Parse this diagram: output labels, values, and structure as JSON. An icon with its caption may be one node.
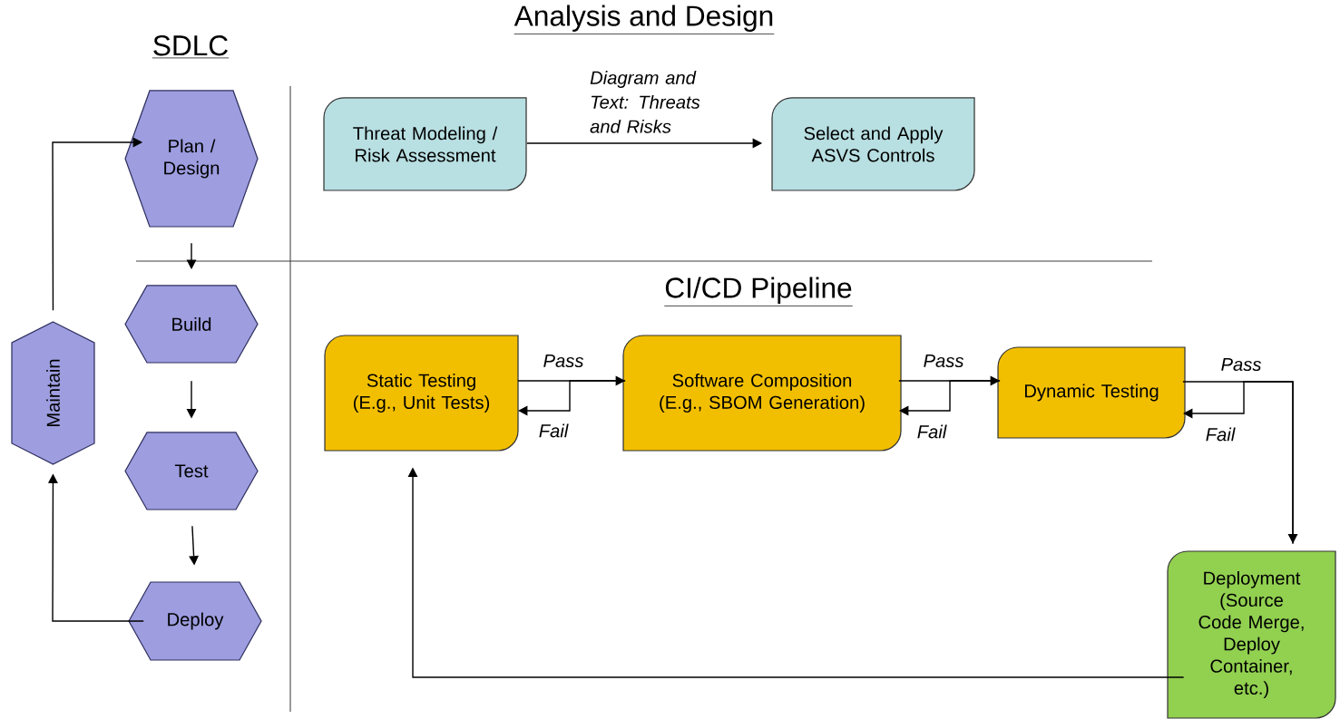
{
  "diagram": {
    "nodes": [
      {
        "text": [
          "Plan / Design"
        ]
      },
      {
        "text": [
          "Build"
        ]
      },
      {
        "text": [
          "Test"
        ]
      },
      {
        "text": [
          "Deploy"
        ]
      },
      {
        "text": [
          "Maintain"
        ]
      },
      {
        "text": [
          "Threat Modeling / Risk Assessment"
        ]
      },
      {
        "text": [
          "Select and Apply ASVS Controls"
        ]
      },
      {
        "text": [
          "Static Testing (E.g., Unit Tests)"
        ]
      },
      {
        "text": [
          "Software Composition (E.g., SBOM Generation)"
        ]
      },
      {
        "text": [
          "Dynamic Testing"
        ]
      },
      {
        "text": [
          "Deployment (Source Code Merge, Deploy Container, etc.)"
        ]
      }
    ],
    "edges": [
      {
        "from": 0,
        "to": 1,
        "arrow": "to"
      },
      {
        "from": 1,
        "to": 2,
        "arrow": "to"
      },
      {
        "from": 2,
        "to": 3,
        "arrow": "to"
      },
      {
        "from": 3,
        "to": 4,
        "arrow": "to"
      },
      {
        "from": 4,
        "to": 0,
        "arrow": "to"
      },
      {
        "from": 5,
        "to": 6,
        "arrow": "to",
        "label": "Diagram and Text: Threats and Risks"
      },
      {
        "from": 7,
        "to": 8,
        "arrow": "to",
        "label": "Pass"
      },
      {
        "from": 8,
        "to": 7,
        "arrow": "to",
        "label": "Fail"
      },
      {
        "from": 8,
        "to": 9,
        "arrow": "to",
        "label": "Pass"
      },
      {
        "from": 9,
        "to": 8,
        "arrow": "to",
        "label": "Fail"
      },
      {
        "from": 9,
        "to": 10,
        "arrow": "to",
        "label": "Pass"
      },
      {
        "from": 10,
        "to": 9,
        "arrow": "to",
        "label": "Fail"
      },
      {
        "from": 10,
        "to": 7,
        "arrow": "to"
      }
    ],
    "labels": [
      "Analysis and Design",
      "SDLC",
      "CI/CD Pipeline"
    ]
  }
}
